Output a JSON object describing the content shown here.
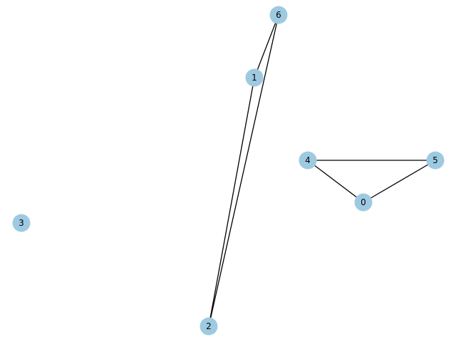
{
  "graph": {
    "node_color": "#9ecae1",
    "edge_color": "#000000",
    "label_color": "#000000",
    "nodes": [
      {
        "id": "0",
        "label": "0"
      },
      {
        "id": "1",
        "label": "1"
      },
      {
        "id": "2",
        "label": "2"
      },
      {
        "id": "3",
        "label": "3"
      },
      {
        "id": "4",
        "label": "4"
      },
      {
        "id": "5",
        "label": "5"
      },
      {
        "id": "6",
        "label": "6"
      }
    ],
    "edges": [
      {
        "source": "4",
        "target": "5"
      },
      {
        "source": "4",
        "target": "0"
      },
      {
        "source": "0",
        "target": "5"
      },
      {
        "source": "1",
        "target": "6"
      },
      {
        "source": "1",
        "target": "2"
      },
      {
        "source": "6",
        "target": "2"
      }
    ]
  }
}
